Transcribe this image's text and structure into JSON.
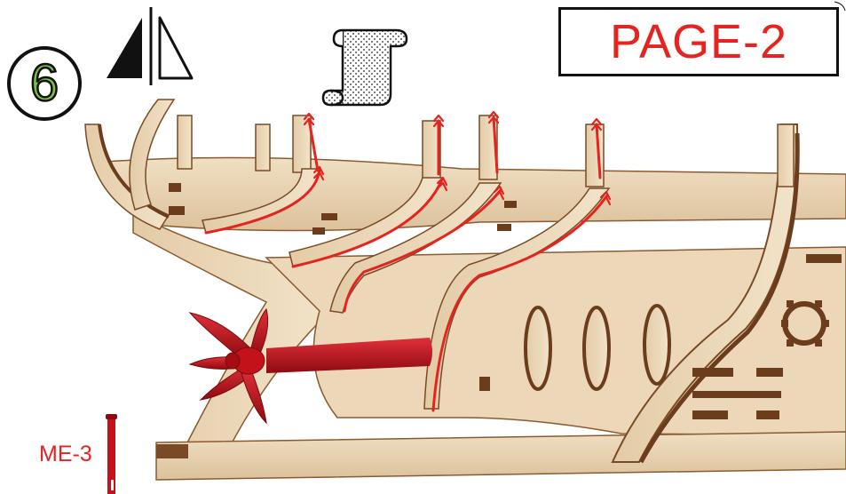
{
  "step": {
    "number": "6"
  },
  "page": {
    "label": "PAGE-2"
  },
  "part": {
    "label": "ME-3"
  },
  "icons": {
    "mirror": "mirror-symmetry-icon",
    "sandpaper": "sandpaper-scroll-icon",
    "sanding_arrow": "double-chevron-arrow-icon"
  },
  "colors": {
    "accent_red": "#e52420",
    "step_green": "#7ac143",
    "wood": "#e9d3b0",
    "wood_edge": "#7a4a26",
    "propeller": "#c3121a"
  }
}
